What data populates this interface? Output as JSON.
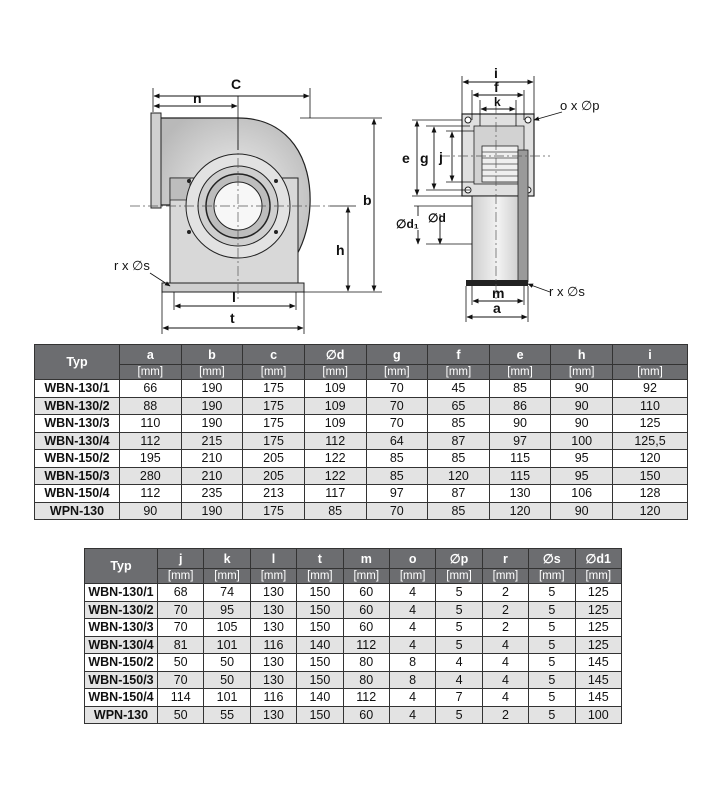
{
  "drawing": {
    "labels": {
      "C": "C",
      "n": "n",
      "b": "b",
      "h": "h",
      "l": "l",
      "t": "t",
      "rxs_left": "r x ∅s",
      "i": "i",
      "f": "f",
      "k": "k",
      "oxp": "o x ∅p",
      "e": "e",
      "g": "g",
      "j": "j",
      "d1": "∅d₁",
      "d": "∅d",
      "m": "m",
      "a": "a",
      "rxs_right": "r x ∅s"
    }
  },
  "table1": {
    "typ_header": "Typ",
    "columns": [
      "a",
      "b",
      "c",
      "∅d",
      "g",
      "f",
      "e",
      "h",
      "i"
    ],
    "units": [
      "[mm]",
      "[mm]",
      "[mm]",
      "[mm]",
      "[mm]",
      "[mm]",
      "[mm]",
      "[mm]",
      "[mm]"
    ],
    "rows": [
      {
        "typ": "WBN-130/1",
        "values": [
          "66",
          "190",
          "175",
          "109",
          "70",
          "45",
          "85",
          "90",
          "92"
        ]
      },
      {
        "typ": "WBN-130/2",
        "values": [
          "88",
          "190",
          "175",
          "109",
          "70",
          "65",
          "86",
          "90",
          "110"
        ]
      },
      {
        "typ": "WBN-130/3",
        "values": [
          "110",
          "190",
          "175",
          "109",
          "70",
          "85",
          "90",
          "90",
          "125"
        ]
      },
      {
        "typ": "WBN-130/4",
        "values": [
          "112",
          "215",
          "175",
          "112",
          "64",
          "87",
          "97",
          "100",
          "125,5"
        ]
      },
      {
        "typ": "WBN-150/2",
        "values": [
          "195",
          "210",
          "205",
          "122",
          "85",
          "85",
          "115",
          "95",
          "120"
        ]
      },
      {
        "typ": "WBN-150/3",
        "values": [
          "280",
          "210",
          "205",
          "122",
          "85",
          "120",
          "115",
          "95",
          "150"
        ]
      },
      {
        "typ": "WBN-150/4",
        "values": [
          "112",
          "235",
          "213",
          "117",
          "97",
          "87",
          "130",
          "106",
          "128"
        ]
      },
      {
        "typ": "WPN-130",
        "values": [
          "90",
          "190",
          "175",
          "85",
          "70",
          "85",
          "120",
          "90",
          "120"
        ]
      }
    ]
  },
  "table2": {
    "typ_header": "Typ",
    "columns": [
      "j",
      "k",
      "l",
      "t",
      "m",
      "o",
      "∅p",
      "r",
      "∅s",
      "∅d1"
    ],
    "units": [
      "[mm]",
      "[mm]",
      "[mm]",
      "[mm]",
      "[mm]",
      "[mm]",
      "[mm]",
      "[mm]",
      "[mm]",
      "[mm]"
    ],
    "rows": [
      {
        "typ": "WBN-130/1",
        "values": [
          "68",
          "74",
          "130",
          "150",
          "60",
          "4",
          "5",
          "2",
          "5",
          "125"
        ]
      },
      {
        "typ": "WBN-130/2",
        "values": [
          "70",
          "95",
          "130",
          "150",
          "60",
          "4",
          "5",
          "2",
          "5",
          "125"
        ]
      },
      {
        "typ": "WBN-130/3",
        "values": [
          "70",
          "105",
          "130",
          "150",
          "60",
          "4",
          "5",
          "2",
          "5",
          "125"
        ]
      },
      {
        "typ": "WBN-130/4",
        "values": [
          "81",
          "101",
          "116",
          "140",
          "112",
          "4",
          "5",
          "4",
          "5",
          "125"
        ]
      },
      {
        "typ": "WBN-150/2",
        "values": [
          "50",
          "50",
          "130",
          "150",
          "80",
          "8",
          "4",
          "4",
          "5",
          "145"
        ]
      },
      {
        "typ": "WBN-150/3",
        "values": [
          "70",
          "50",
          "130",
          "150",
          "80",
          "8",
          "4",
          "4",
          "5",
          "145"
        ]
      },
      {
        "typ": "WBN-150/4",
        "values": [
          "114",
          "101",
          "116",
          "140",
          "112",
          "4",
          "7",
          "4",
          "5",
          "145"
        ]
      },
      {
        "typ": "WPN-130",
        "values": [
          "50",
          "55",
          "130",
          "150",
          "60",
          "4",
          "5",
          "2",
          "5",
          "100"
        ]
      }
    ]
  }
}
